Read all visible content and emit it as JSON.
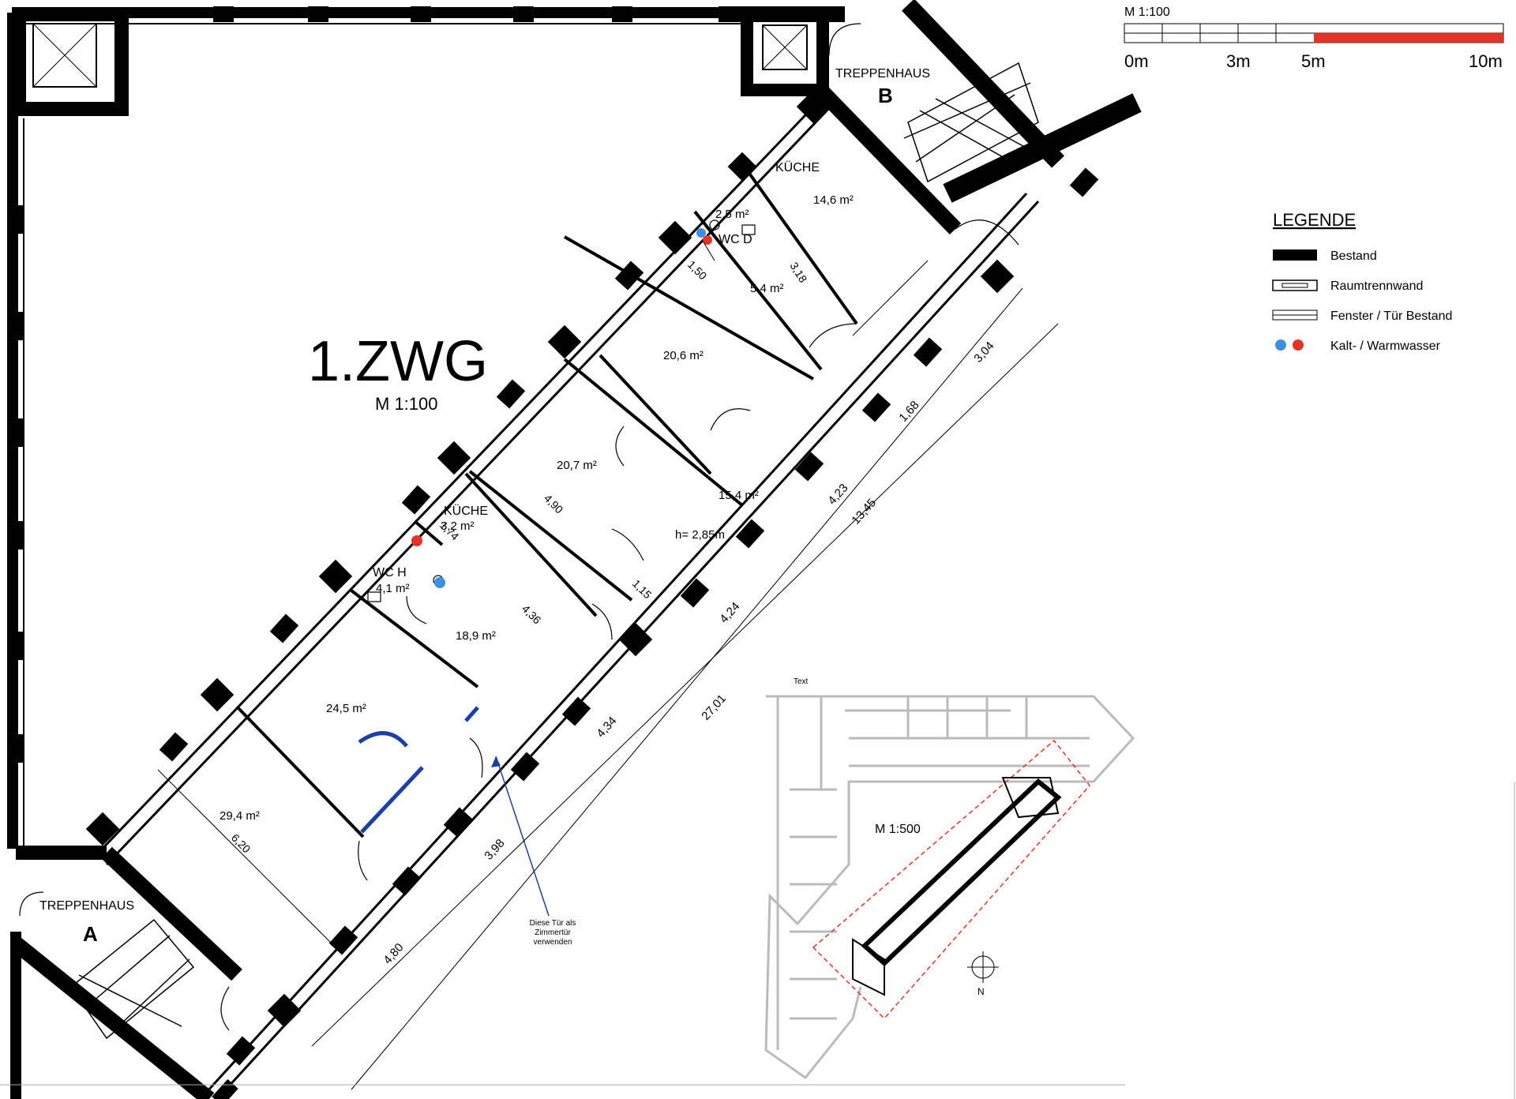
{
  "plan": {
    "title": "1.ZWG",
    "scale": "M 1:100",
    "stair_label": "TREPPENHAUS",
    "stair_a": "A",
    "stair_b": "B",
    "rooms": [
      {
        "id": "kueche-b",
        "label": "KÜCHE"
      },
      {
        "id": "kueche-b-area",
        "label": "14,6 m²"
      },
      {
        "id": "wc-d-area",
        "label": "2,5 m²"
      },
      {
        "id": "wc-d",
        "label": "WC D"
      },
      {
        "id": "flur-b-area",
        "label": "5,4 m²"
      },
      {
        "id": "room-206",
        "label": "20,6 m²"
      },
      {
        "id": "room-207",
        "label": "20,7 m²"
      },
      {
        "id": "flur-154",
        "label": "15,4 m²"
      },
      {
        "id": "height",
        "label": "h= 2,85m"
      },
      {
        "id": "kueche-a",
        "label": "KÜCHE"
      },
      {
        "id": "kueche-a-area",
        "label": "3,2 m²"
      },
      {
        "id": "wc-h",
        "label": "WC H"
      },
      {
        "id": "wc-h-area",
        "label": "4,1 m²"
      },
      {
        "id": "room-189",
        "label": "18,9 m²"
      },
      {
        "id": "room-245",
        "label": "24,5 m²"
      },
      {
        "id": "room-294",
        "label": "29,4 m²"
      }
    ],
    "dimensions": [
      "3,04",
      "1,68",
      "4,23",
      "13,45",
      "4,24",
      "27,01",
      "4,34",
      "3,98",
      "4,80",
      "4,90",
      "4,36",
      "1,15",
      "6,20",
      "1,50",
      "3,18",
      "1,74"
    ],
    "note": [
      "Diese Tür als",
      "Zimmertür",
      "verwenden"
    ]
  },
  "scalebar": {
    "label": "M 1:100",
    "ticks": [
      "0m",
      "3m",
      "5m",
      "10m"
    ],
    "highlight_color": "#e53227"
  },
  "legend": {
    "title": "LEGENDE",
    "items": [
      {
        "label": "Bestand"
      },
      {
        "label": "Raumtrennwand"
      },
      {
        "label": "Fenster / Tür Bestand"
      },
      {
        "label": "Kalt- / Warmwasser"
      }
    ],
    "cold_color": "#3d8fe0",
    "warm_color": "#e53227"
  },
  "overview": {
    "text_label": "Text",
    "scale": "M 1:500",
    "north": "N"
  },
  "colors": {
    "note_blue": "#1a3fa8",
    "highlight_red": "#e53227"
  }
}
